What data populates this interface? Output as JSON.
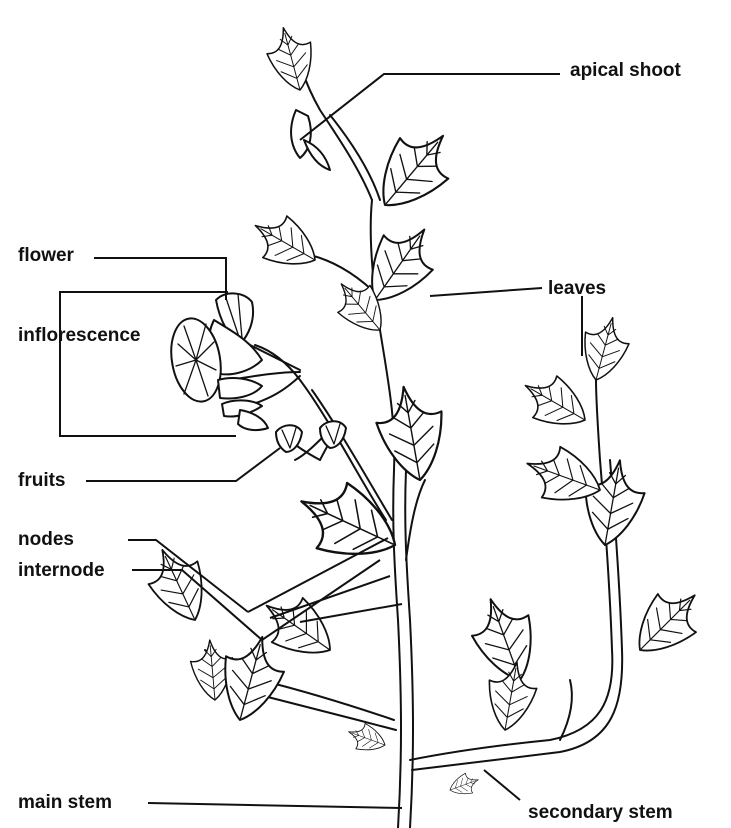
{
  "labels": {
    "apical_shoot": "apical shoot",
    "flower": "flower",
    "inflorescence": "inflorescence",
    "leaves": "leaves",
    "fruits": "fruits",
    "nodes": "nodes",
    "internode": "internode",
    "main_stem": "main stem",
    "secondary_stem": "secondary stem"
  }
}
